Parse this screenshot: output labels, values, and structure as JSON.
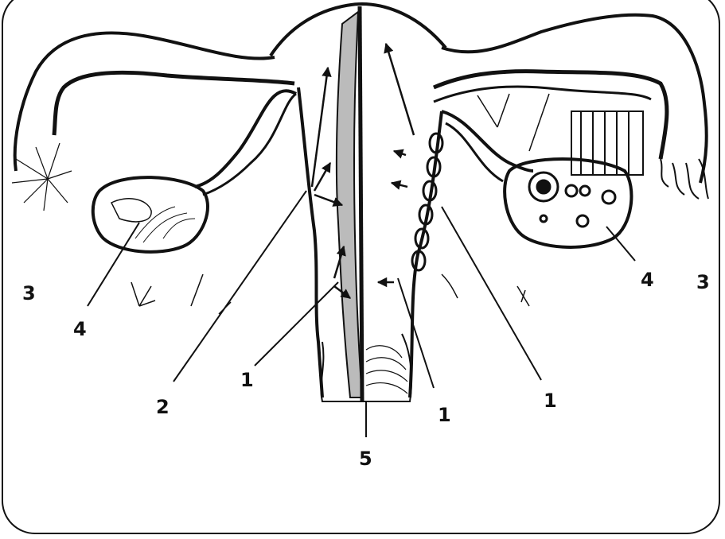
{
  "labels": {
    "l3_left": "3",
    "l4_left": "4",
    "l2": "2",
    "l1_a": "1",
    "l5": "5",
    "l1_b": "1",
    "l1_c": "1",
    "l4_right": "4",
    "l3_right": "3"
  },
  "colors": {
    "ink": "#111111",
    "paper": "#ffffff"
  }
}
